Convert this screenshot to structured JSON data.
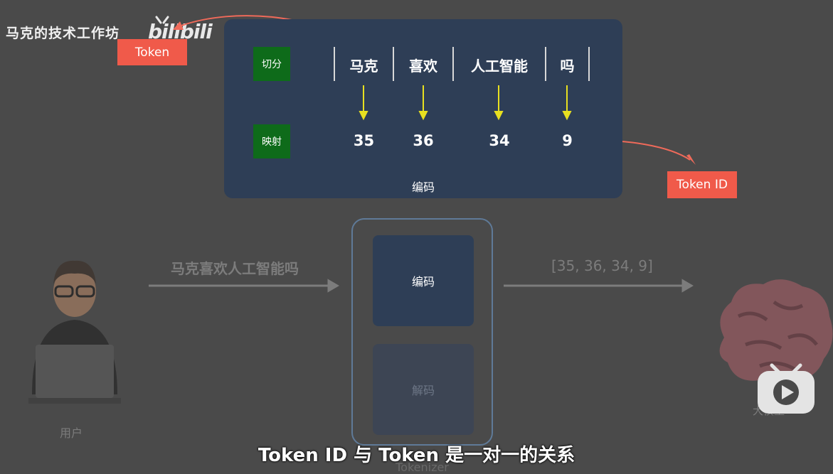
{
  "watermark": {
    "channel": "马克的技术工作坊",
    "logo": "bilibili"
  },
  "tags": {
    "token": "Token",
    "token_id": "Token ID"
  },
  "panel": {
    "row1_label": "切分",
    "row2_label": "映射",
    "segments": [
      "马克",
      "喜欢",
      "人工智能",
      "吗"
    ],
    "ids": [
      "35",
      "36",
      "34",
      "9"
    ],
    "caption": "编码"
  },
  "flow": {
    "input_text": "马克喜欢人工智能吗",
    "output_text": "[35, 36, 34, 9]",
    "user_label": "用户",
    "encode_label": "编码",
    "decode_label": "解码",
    "tokenizer_label": "Tokenizer",
    "model_label": "大模型"
  },
  "subtitle": "Token ID 与 Token 是一对一的关系",
  "colors": {
    "panel": "#2e3e56",
    "tag_red": "#f05a4a",
    "tag_green": "#0e6b1a",
    "arrow_yellow": "#e8e020"
  }
}
